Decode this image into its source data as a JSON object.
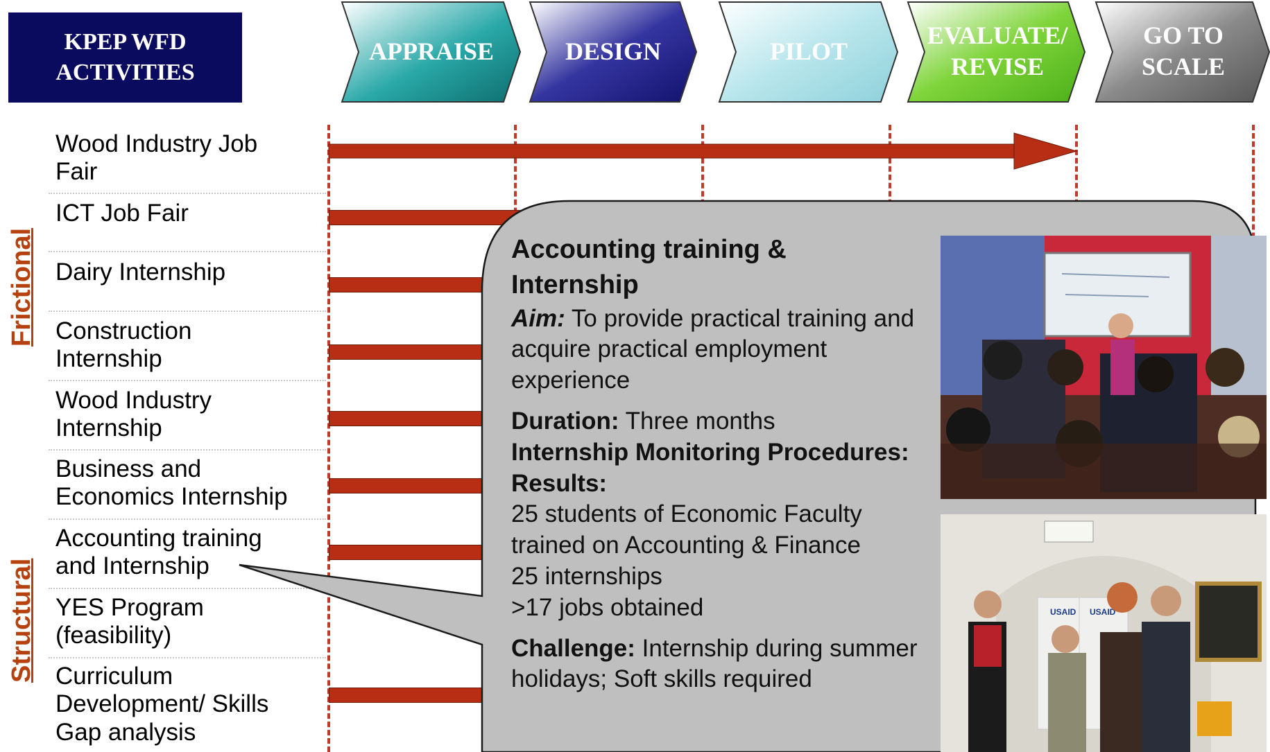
{
  "header": {
    "title_line1": "KPEP WFD",
    "title_line2": "ACTIVITIES"
  },
  "phases": [
    {
      "label_line1": "APPRAISE",
      "label_line2": ""
    },
    {
      "label_line1": "DESIGN",
      "label_line2": ""
    },
    {
      "label_line1": "PILOT",
      "label_line2": ""
    },
    {
      "label_line1": "EVALUATE/",
      "label_line2": "REVISE"
    },
    {
      "label_line1": "GO TO",
      "label_line2": "SCALE"
    }
  ],
  "groups": {
    "frictional": "Frictional",
    "structural": "Structural"
  },
  "activities": [
    {
      "line1": "Wood Industry Job",
      "line2": "Fair",
      "line3": ""
    },
    {
      "line1": "ICT Job Fair",
      "line2": "",
      "line3": ""
    },
    {
      "line1": "Dairy Internship",
      "line2": "",
      "line3": ""
    },
    {
      "line1": "Construction",
      "line2": "Internship",
      "line3": ""
    },
    {
      "line1": "Wood Industry",
      "line2": "Internship",
      "line3": ""
    },
    {
      "line1": "Business and",
      "line2": "Economics Internship",
      "line3": ""
    },
    {
      "line1": "Accounting training",
      "line2": "and Internship",
      "line3": ""
    },
    {
      "line1": "YES Program",
      "line2": "(feasibility)",
      "line3": ""
    },
    {
      "line1": "Curriculum",
      "line2": "Development/ Skills",
      "line3": "Gap analysis"
    }
  ],
  "callout": {
    "title_line1": "Accounting training &",
    "title_line2": "Internship",
    "aim_label": "Aim:",
    "aim_text": " To provide practical training and acquire practical employment experience",
    "duration_label": "Duration:",
    "duration_text": " Three months",
    "monitoring_label": "Internship Monitoring Procedures:",
    "results_label": "Results:",
    "results_lines": [
      "25 students of Economic Faculty",
      "trained on Accounting & Finance",
      "25 internships",
      ">17 jobs obtained"
    ],
    "challenge_label": "Challenge:",
    "challenge_text": " Internship during summer holidays; Soft skills required"
  },
  "photos": {
    "photo1_icon": "classroom-photo",
    "photo2_icon": "ceremony-photo",
    "banner_text": "USAID"
  },
  "colors": {
    "title_bg": "#0a0a5e",
    "bar": "#b82e14",
    "dashed_line": "#c0392b",
    "group_label": "#b7410e",
    "callout_bg": "#bfbfbf"
  }
}
